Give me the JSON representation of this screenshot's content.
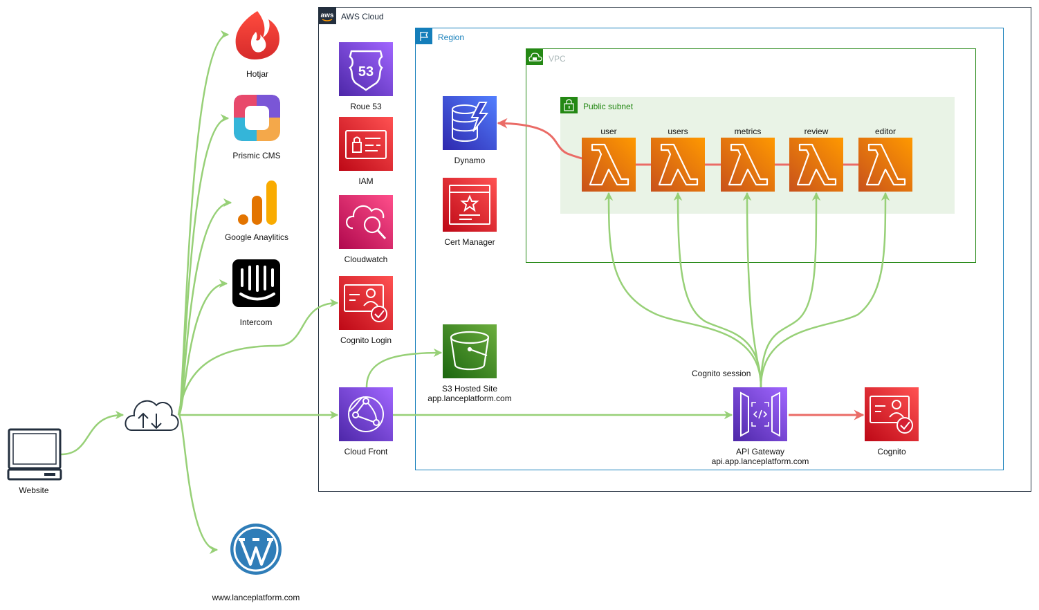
{
  "colors": {
    "green_arrow": "#97d077",
    "red_arrow": "#ea6b66",
    "aws_border": "#232f3e",
    "region_border": "#147eba",
    "vpc_border": "#248814",
    "subnet_fill": "#e9f3e6",
    "lambda": "#ed7100",
    "database": "#3b48cc",
    "security": "#dd344c",
    "management": "#e7157b",
    "networking": "#8c4fff",
    "storage": "#3f8624"
  },
  "groups": {
    "aws_cloud": "AWS Cloud",
    "region": "Region",
    "vpc": "VPC",
    "public_subnet": "Public subnet"
  },
  "external": {
    "website": "Website",
    "hotjar": "Hotjar",
    "prismic": "Prismic CMS",
    "analytics": "Google Anaylitics",
    "intercom": "Intercom",
    "wordpress": "www.lanceplatform.com"
  },
  "services": {
    "route53": "Roue 53",
    "route53_badge": "53",
    "iam": "IAM",
    "cloudwatch": "Cloudwatch",
    "cognito_login": "Cognito Login",
    "cloudfront": "Cloud Front",
    "dynamo": "Dynamo",
    "cert_manager": "Cert Manager",
    "s3_line1": "S3 Hosted Site",
    "s3_line2": "app.lanceplatform.com",
    "apigw_line1": "API Gateway",
    "apigw_line2": "api.app.lanceplatform.com",
    "cognito": "Cognito",
    "cognito_session": "Cognito session"
  },
  "lambdas": [
    "user",
    "users",
    "metrics",
    "review",
    "editor"
  ]
}
